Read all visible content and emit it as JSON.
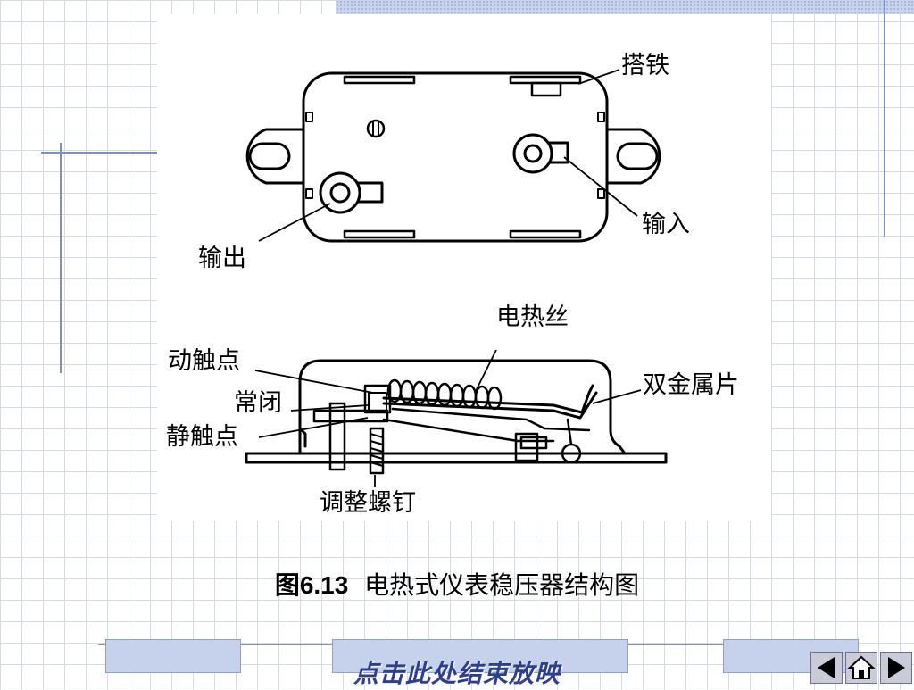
{
  "labels": {
    "top_bracket": "搭铁",
    "input": "输入",
    "output": "输出",
    "heating_wire": "电热丝",
    "moving_contact": "动触点",
    "normally_closed": "常闭",
    "static_contact": "静触点",
    "bimetal_strip": "双金属片",
    "adjust_screw": "调整螺钉"
  },
  "caption": {
    "figure_number": "图6.13",
    "title": "电热式仪表稳压器结构图"
  },
  "footer": {
    "end_show": "点击此处结束放映"
  },
  "navigation": {
    "previous_icon": "triangle-left-icon",
    "home_icon": "home-icon",
    "next_icon": "triangle-right-icon"
  },
  "colors": {
    "grid_line": "#d3dbe6",
    "accent_blue": "#7b8fc4",
    "footer_box": "#c6d2ec",
    "end_show_text": "#2e3f8f"
  }
}
